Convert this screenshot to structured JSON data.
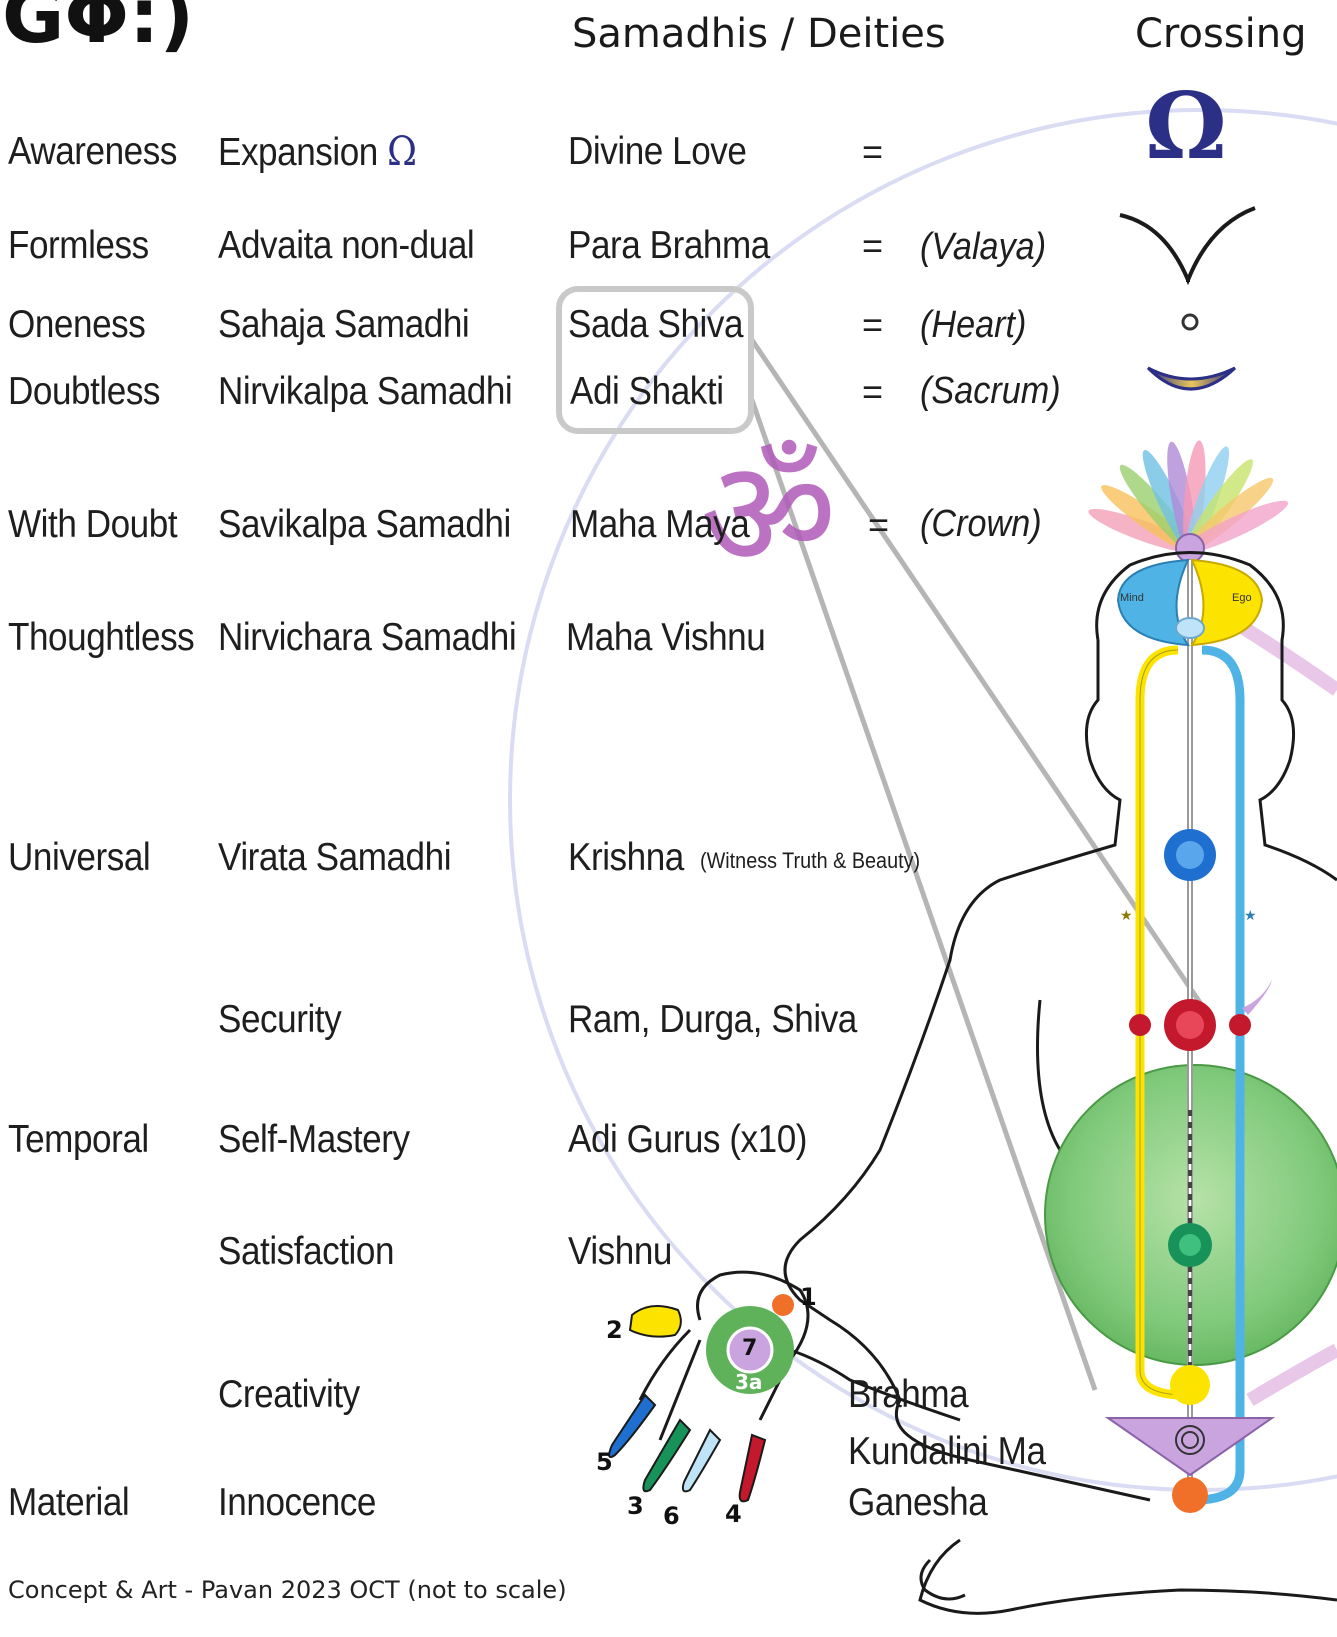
{
  "header": {
    "logo_text": "GΦ:)",
    "deities_heading": "Samadhis / Deities",
    "crossing_heading": "Crossing"
  },
  "rows": {
    "awareness": {
      "state": "Awareness",
      "samadhi": "Expansion",
      "samadhi_symbol": "Ω",
      "deity": "Divine Love",
      "eq": "="
    },
    "formless": {
      "state": "Formless",
      "samadhi": "Advaita non-dual",
      "deity": "Para Brahma",
      "eq": "=",
      "place": "(Valaya)"
    },
    "oneness": {
      "state": "Oneness",
      "samadhi": "Sahaja Samadhi",
      "deity": "Sada Shiva",
      "eq": "=",
      "place": "(Heart)"
    },
    "doubtless": {
      "state": "Doubtless",
      "samadhi": "Nirvikalpa Samadhi",
      "deity": "Adi Shakti",
      "eq": "=",
      "place": "(Sacrum)"
    },
    "with_doubt": {
      "state": "With Doubt",
      "samadhi": "Savikalpa Samadhi",
      "deity": "Maha Maya",
      "eq": "=",
      "place": "(Crown)"
    },
    "thoughtless": {
      "state": "Thoughtless",
      "samadhi": "Nirvichara Samadhi",
      "deity": "Maha Vishnu"
    },
    "universal": {
      "state": "Universal",
      "samadhi": "Virata Samadhi",
      "deity": "Krishna",
      "note": "(Witness Truth & Beauty)"
    },
    "security": {
      "samadhi": "Security",
      "deity": "Ram, Durga, Shiva"
    },
    "temporal": {
      "state": "Temporal",
      "samadhi": "Self-Mastery",
      "deity": "Adi Gurus (x10)"
    },
    "satisfaction": {
      "samadhi": "Satisfaction",
      "deity": "Vishnu"
    },
    "creativity": {
      "samadhi": "Creativity",
      "deity": "Brahma"
    },
    "kundalini": {
      "deity": "Kundalini Ma"
    },
    "material": {
      "state": "Material",
      "samadhi": "Innocence",
      "deity": "Ganesha"
    }
  },
  "symbols": {
    "crossing_omega": "Ω",
    "om": "ॐ"
  },
  "figure": {
    "left_channel_label": "Mind",
    "right_channel_label": "Ego",
    "hand_numbers": [
      "1",
      "2",
      "3",
      "3a",
      "4",
      "5",
      "6",
      "7"
    ]
  },
  "footer": {
    "credit": "Concept & Art  -  Pavan 2023 OCT  (not to scale)"
  },
  "colors": {
    "omega_blue": "#2b2f86",
    "om_violet": "#b05ab8",
    "left_channel": "#fce300",
    "right_channel": "#4fb3e6",
    "void_green": "#7fc97a",
    "outline_grey": "#c9c9c9"
  }
}
